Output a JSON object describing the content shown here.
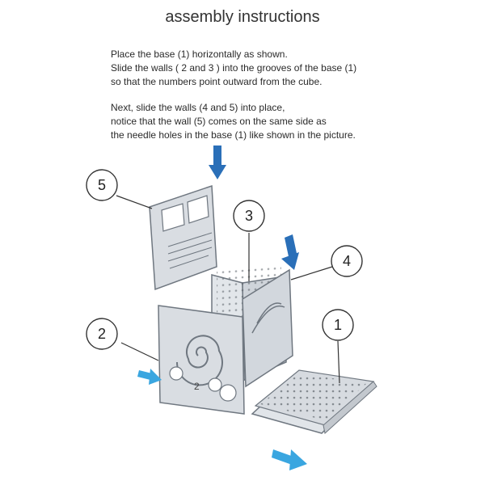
{
  "title": "assembly instructions",
  "paragraph1": [
    "Place the base (1) horizontally as shown.",
    "Slide the walls ( 2 and 3 ) into the grooves of the base (1)",
    "so that the numbers point outward from the cube."
  ],
  "paragraph2": [
    "Next, slide the walls (4 and 5) into place,",
    "notice that the wall (5) comes on the same side as",
    "the needle holes in the base (1) like shown in the picture."
  ],
  "callouts": [
    "1",
    "2",
    "3",
    "4",
    "5"
  ],
  "panel_labels": {
    "wall2": "2"
  },
  "colors": {
    "arrow": "#2a6fb8",
    "arrow_light": "#3aa6e0",
    "panel_fill": "#d9dde2",
    "panel_stroke": "#6f7780"
  }
}
